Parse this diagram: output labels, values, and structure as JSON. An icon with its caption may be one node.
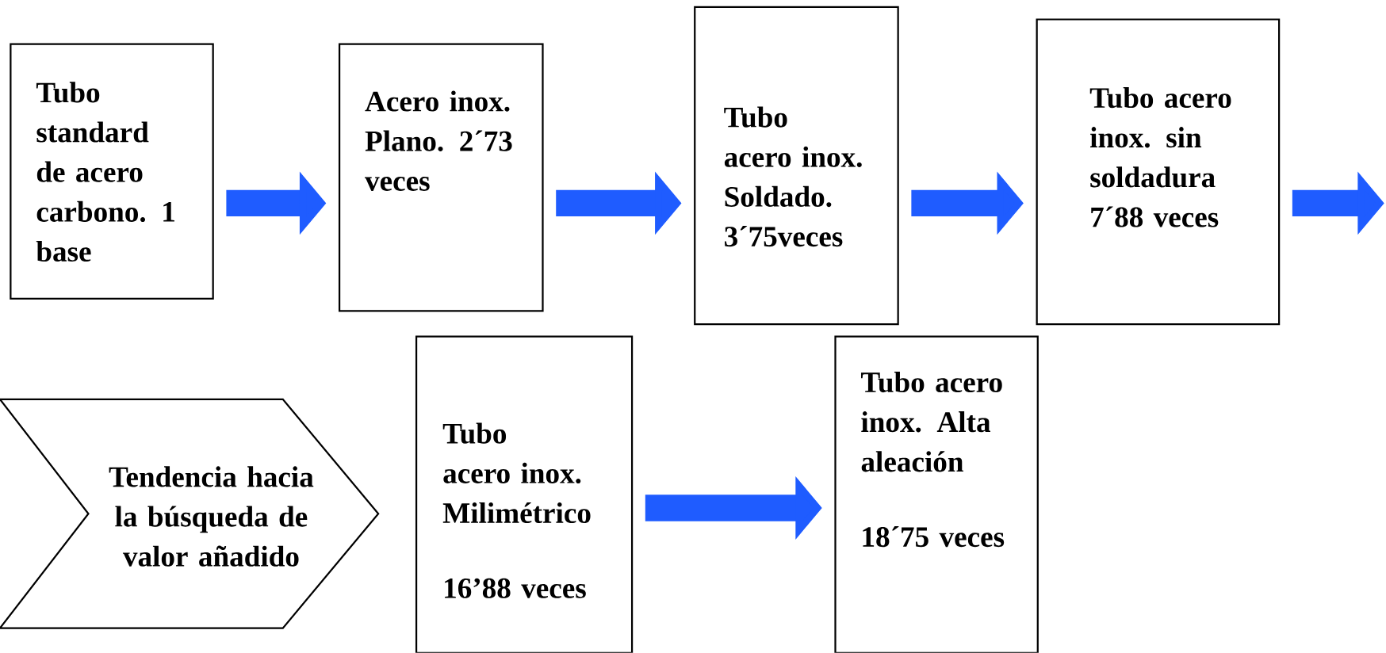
{
  "diagram": {
    "nodes": [
      {
        "text": [
          "Tubo standard de acero carbono. 1 base"
        ]
      },
      {
        "text": [
          "Acero inox. Plano. 2´73 veces"
        ]
      },
      {
        "text": [
          "Tubo acero inox. Soldado. 3´75veces"
        ]
      },
      {
        "text": [
          "Tubo acero inox. sin soldadura 7´88 veces"
        ]
      },
      {
        "text": [
          "Tendencia hacia la búsqueda de valor añadido"
        ]
      },
      {
        "text": [
          "Tubo acero inox. Milimétrico",
          "16’88 veces"
        ]
      },
      {
        "text": [
          "Tubo acero inox. Alta aleación",
          "18´75 veces"
        ]
      }
    ],
    "edges": [
      {
        "from": 0,
        "to": 1,
        "arrow": "to"
      },
      {
        "from": 1,
        "to": 2,
        "arrow": "to"
      },
      {
        "from": 2,
        "to": 3,
        "arrow": "to"
      },
      {
        "from": 3,
        "to": null,
        "arrow": "to"
      },
      {
        "from": 5,
        "to": 6,
        "arrow": "to"
      }
    ]
  }
}
